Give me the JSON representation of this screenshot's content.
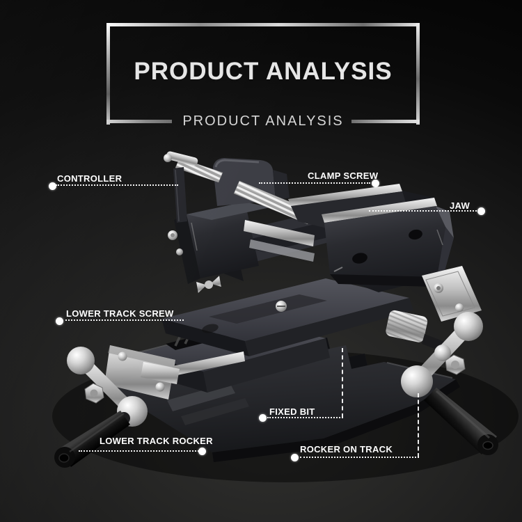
{
  "header": {
    "title": "PRODUCT ANALYSIS",
    "subtitle": "PRODUCT ANALYSIS"
  },
  "callouts": [
    {
      "label": "CONTROLLER"
    },
    {
      "label": "CLAMP SCREW"
    },
    {
      "label": "JAW"
    },
    {
      "label": "LOWER TRACK SCREW"
    },
    {
      "label": "FIXED BIT"
    },
    {
      "label": "LOWER TRACK ROCKER"
    },
    {
      "label": "ROCKER ON TRACK"
    }
  ],
  "colors": {
    "background_center": "#31312f",
    "background_edge": "#040404",
    "title_text": "#e6e6e6",
    "subtitle_text": "#d6d6d6",
    "frame_metal_light": "#f8f8f8",
    "frame_metal_dark": "#5e5e5e",
    "label_text": "#ffffff",
    "leader_line": "#ffffff",
    "vise_body_dark": "#2a2b30",
    "steel_bright": "#f4f4f4"
  }
}
